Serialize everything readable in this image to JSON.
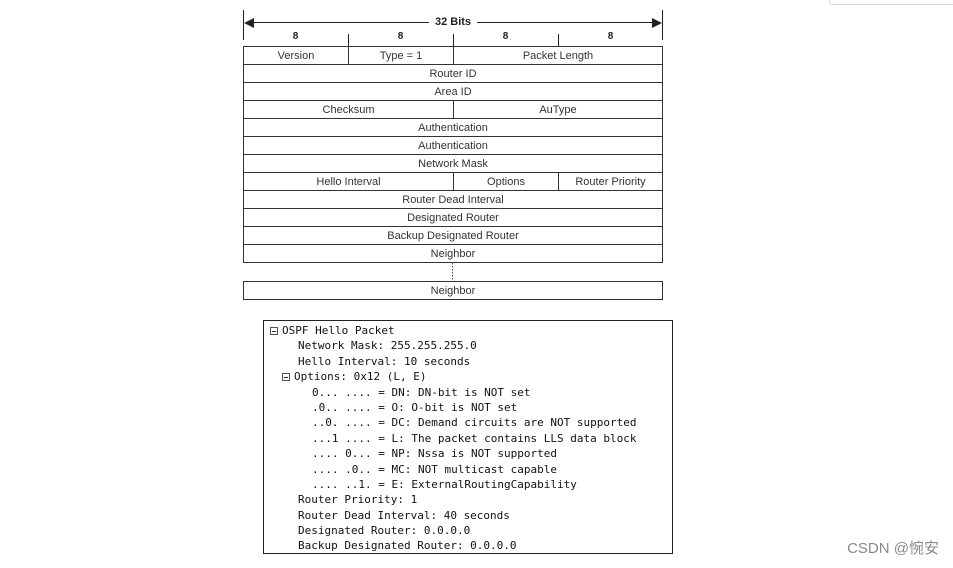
{
  "diagram": {
    "width_label": "32 Bits",
    "octets": [
      "8",
      "8",
      "8",
      "8"
    ],
    "rows": [
      [
        {
          "label": "Version",
          "bits": 8
        },
        {
          "label": "Type = 1",
          "bits": 8
        },
        {
          "label": "Packet Length",
          "bits": 16
        }
      ],
      [
        {
          "label": "Router ID",
          "bits": 32
        }
      ],
      [
        {
          "label": "Area ID",
          "bits": 32
        }
      ],
      [
        {
          "label": "Checksum",
          "bits": 16
        },
        {
          "label": "AuType",
          "bits": 16
        }
      ],
      [
        {
          "label": "Authentication",
          "bits": 32
        }
      ],
      [
        {
          "label": "Authentication",
          "bits": 32
        }
      ],
      [
        {
          "label": "Network Mask",
          "bits": 32
        }
      ],
      [
        {
          "label": "Hello Interval",
          "bits": 16
        },
        {
          "label": "Options",
          "bits": 8
        },
        {
          "label": "Router Priority",
          "bits": 8
        }
      ],
      [
        {
          "label": "Router Dead Interval",
          "bits": 32
        }
      ],
      [
        {
          "label": "Designated Router",
          "bits": 32
        }
      ],
      [
        {
          "label": "Backup Designated Router",
          "bits": 32
        }
      ],
      [
        {
          "label": "Neighbor",
          "bits": 32
        }
      ]
    ],
    "last_row": "Neighbor"
  },
  "tree": {
    "root": "OSPF Hello Packet",
    "network_mask": "Network Mask: 255.255.255.0",
    "hello_interval": "Hello Interval: 10 seconds",
    "options": "Options: 0x12 (L, E)",
    "option_bits": [
      "0... .... = DN: DN-bit is NOT set",
      ".0.. .... = O: O-bit is NOT set",
      "..0. .... = DC: Demand circuits are NOT supported",
      "...1 .... = L: The packet contains LLS data block",
      ".... 0... = NP: Nssa is NOT supported",
      ".... .0.. = MC: NOT multicast capable",
      ".... ..1. = E: ExternalRoutingCapability"
    ],
    "router_priority": "Router Priority: 1",
    "router_dead_interval": "Router Dead Interval: 40 seconds",
    "designated_router": "Designated Router: 0.0.0.0",
    "backup_designated_router": "Backup Designated Router: 0.0.0.0"
  },
  "watermark": "CSDN @惋安"
}
